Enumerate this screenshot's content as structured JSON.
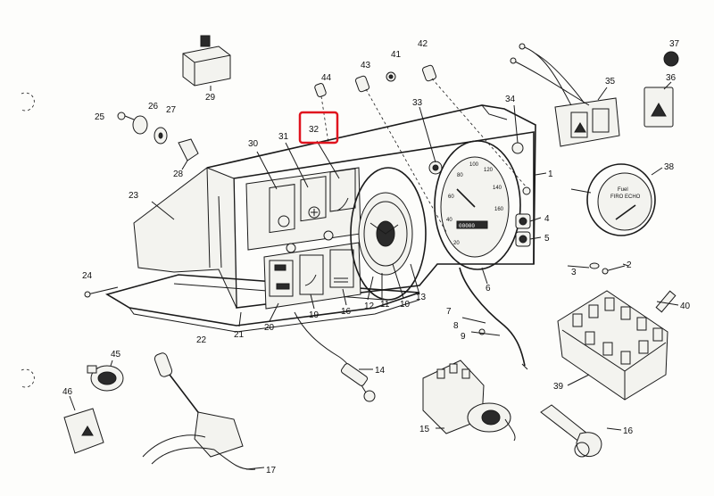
{
  "callouts": [
    {
      "id": "1",
      "label": "1"
    },
    {
      "id": "2",
      "label": "2"
    },
    {
      "id": "3",
      "label": "3"
    },
    {
      "id": "4",
      "label": "4"
    },
    {
      "id": "5",
      "label": "5"
    },
    {
      "id": "6",
      "label": "6"
    },
    {
      "id": "7",
      "label": "7"
    },
    {
      "id": "8",
      "label": "8"
    },
    {
      "id": "9",
      "label": "9"
    },
    {
      "id": "10",
      "label": "10"
    },
    {
      "id": "11",
      "label": "11"
    },
    {
      "id": "12",
      "label": "12"
    },
    {
      "id": "13",
      "label": "13"
    },
    {
      "id": "14",
      "label": "14"
    },
    {
      "id": "15",
      "label": "15"
    },
    {
      "id": "16",
      "label": "16"
    },
    {
      "id": "16b",
      "label": "16"
    },
    {
      "id": "17",
      "label": "17"
    },
    {
      "id": "19",
      "label": "19"
    },
    {
      "id": "20",
      "label": "20"
    },
    {
      "id": "21",
      "label": "21"
    },
    {
      "id": "22",
      "label": "22"
    },
    {
      "id": "23",
      "label": "23"
    },
    {
      "id": "24",
      "label": "24"
    },
    {
      "id": "25",
      "label": "25"
    },
    {
      "id": "26",
      "label": "26"
    },
    {
      "id": "27",
      "label": "27"
    },
    {
      "id": "28",
      "label": "28"
    },
    {
      "id": "29",
      "label": "29"
    },
    {
      "id": "30",
      "label": "30"
    },
    {
      "id": "31",
      "label": "31"
    },
    {
      "id": "32",
      "label": "32"
    },
    {
      "id": "33",
      "label": "33"
    },
    {
      "id": "34",
      "label": "34"
    },
    {
      "id": "35",
      "label": "35"
    },
    {
      "id": "36",
      "label": "36"
    },
    {
      "id": "37",
      "label": "37"
    },
    {
      "id": "38",
      "label": "38"
    },
    {
      "id": "39",
      "label": "39"
    },
    {
      "id": "40",
      "label": "40"
    },
    {
      "id": "41",
      "label": "41"
    },
    {
      "id": "42",
      "label": "42"
    },
    {
      "id": "43",
      "label": "43"
    },
    {
      "id": "44",
      "label": "44"
    },
    {
      "id": "45",
      "label": "45"
    },
    {
      "id": "46",
      "label": "46"
    }
  ],
  "highlighted_callout": "32",
  "highlight_color": "#e0141e",
  "gauge_38": {
    "line1": "Fuel",
    "line2": "FIRO ECHO"
  },
  "speedometer": {
    "ticks": [
      "20",
      "40",
      "60",
      "80",
      "100",
      "120",
      "140",
      "160"
    ],
    "odometer": "00000"
  }
}
